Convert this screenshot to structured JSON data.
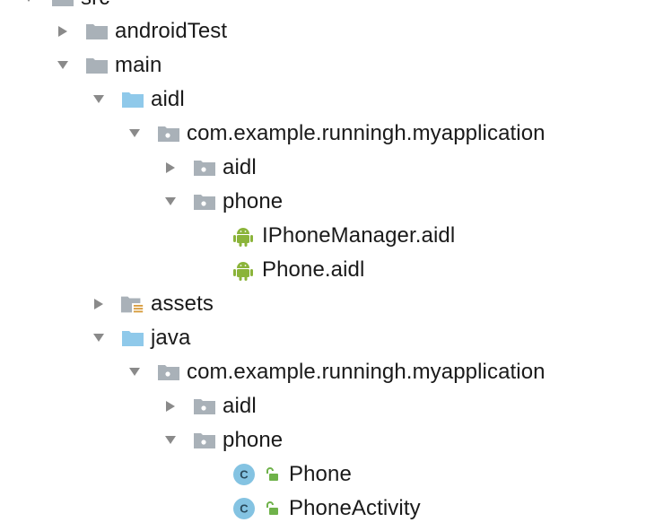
{
  "tree": {
    "rows": [
      {
        "label": "src",
        "arrow": "expanded",
        "icon": "folder-gray-icon"
      },
      {
        "label": "androidTest",
        "arrow": "collapsed",
        "icon": "folder-gray-icon"
      },
      {
        "label": "main",
        "arrow": "expanded",
        "icon": "folder-gray-icon"
      },
      {
        "label": "aidl",
        "arrow": "expanded",
        "icon": "folder-blue-icon"
      },
      {
        "label": "com.example.runningh.myapplication",
        "arrow": "expanded",
        "icon": "package-icon"
      },
      {
        "label": "aidl",
        "arrow": "collapsed",
        "icon": "package-icon"
      },
      {
        "label": "phone",
        "arrow": "expanded",
        "icon": "package-icon"
      },
      {
        "label": "IPhoneManager.aidl",
        "arrow": "none",
        "icon": "android-icon"
      },
      {
        "label": "Phone.aidl",
        "arrow": "none",
        "icon": "android-icon"
      },
      {
        "label": "assets",
        "arrow": "collapsed",
        "icon": "resource-folder-icon"
      },
      {
        "label": "java",
        "arrow": "expanded",
        "icon": "folder-blue-icon"
      },
      {
        "label": "com.example.runningh.myapplication",
        "arrow": "expanded",
        "icon": "package-icon"
      },
      {
        "label": "aidl",
        "arrow": "collapsed",
        "icon": "package-icon"
      },
      {
        "label": "phone",
        "arrow": "expanded",
        "icon": "package-icon"
      },
      {
        "label": "Phone",
        "arrow": "none",
        "icon": "class-icon",
        "class_letter": "C",
        "lock": "unlocked-icon"
      },
      {
        "label": "PhoneActivity",
        "arrow": "none",
        "icon": "class-icon",
        "class_letter": "C",
        "lock": "unlocked-icon"
      }
    ]
  },
  "colors": {
    "arrow": "#8a8a8a",
    "folder_gray": "#a9b1b8",
    "folder_blue": "#8fc9ea",
    "package_dot": "#ffffff",
    "android_green": "#8bb43a",
    "class_circle": "#84c3e2",
    "class_letter": "#2a4a5c",
    "lock_green": "#6fb24a",
    "resource_lines": "#d79b3b"
  }
}
